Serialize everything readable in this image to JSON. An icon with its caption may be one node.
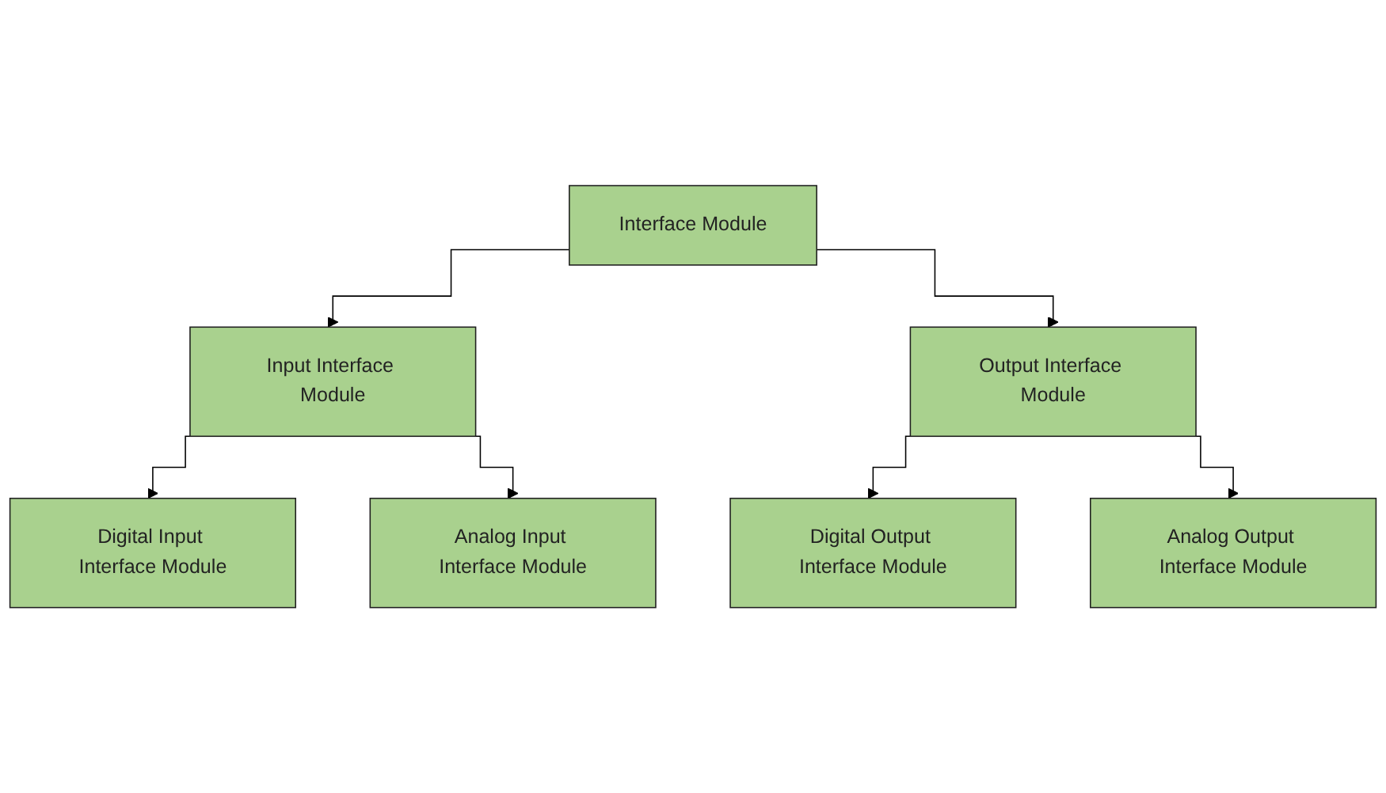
{
  "diagram": {
    "nodes": [
      {
        "text": [
          "Interface Module"
        ]
      },
      {
        "text": [
          "Input Interface Module"
        ]
      },
      {
        "text": [
          "Output Interface Module"
        ]
      },
      {
        "text": [
          "Digital Input Interface Module"
        ]
      },
      {
        "text": [
          "Analog Input Interface Module"
        ]
      },
      {
        "text": [
          "Digital Output Interface Module"
        ]
      },
      {
        "text": [
          "Analog Output Interface Module"
        ]
      }
    ],
    "edges": [
      {
        "from": 0,
        "to": 1,
        "arrow": "to"
      },
      {
        "from": 0,
        "to": 2,
        "arrow": "to"
      },
      {
        "from": 1,
        "to": 3,
        "arrow": "to"
      },
      {
        "from": 1,
        "to": 4,
        "arrow": "to"
      },
      {
        "from": 2,
        "to": 5,
        "arrow": "to"
      },
      {
        "from": 2,
        "to": 6,
        "arrow": "to"
      }
    ]
  }
}
